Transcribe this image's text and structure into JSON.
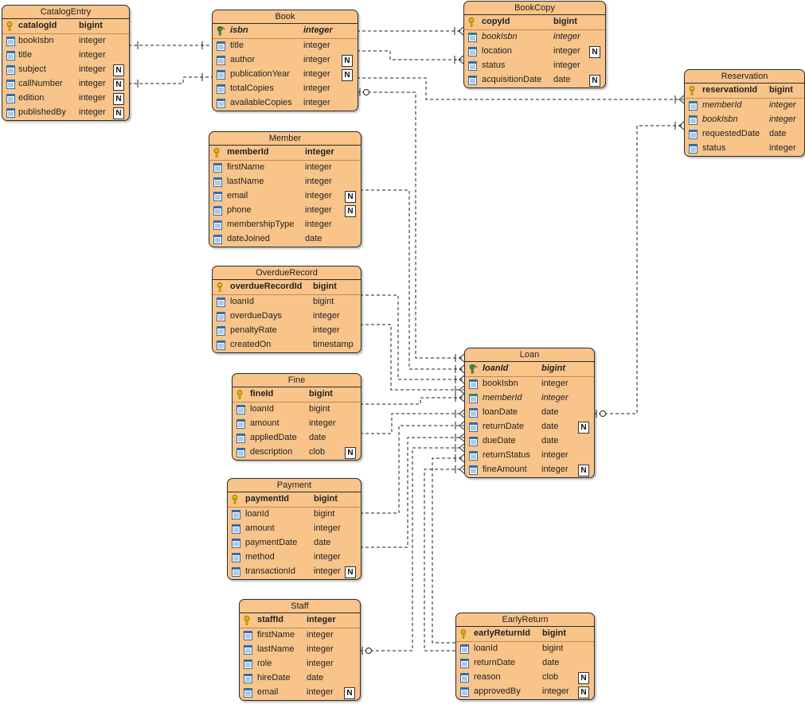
{
  "entities": [
    {
      "id": "CatalogEntry",
      "name": "CatalogEntry",
      "columns": [
        {
          "name": "catalogId",
          "type": "bigint",
          "kind": "pk",
          "nullable": false
        },
        {
          "name": "bookIsbn",
          "type": "integer",
          "kind": "col",
          "nullable": false
        },
        {
          "name": "title",
          "type": "integer",
          "kind": "col",
          "nullable": false
        },
        {
          "name": "subject",
          "type": "integer",
          "kind": "col",
          "nullable": true
        },
        {
          "name": "callNumber",
          "type": "integer",
          "kind": "col",
          "nullable": true
        },
        {
          "name": "edition",
          "type": "integer",
          "kind": "col",
          "nullable": true
        },
        {
          "name": "publishedBy",
          "type": "integer",
          "kind": "col",
          "nullable": true
        }
      ]
    },
    {
      "id": "Book",
      "name": "Book",
      "columns": [
        {
          "name": "isbn",
          "type": "integer",
          "kind": "pkfk",
          "nullable": false
        },
        {
          "name": "title",
          "type": "integer",
          "kind": "col",
          "nullable": false
        },
        {
          "name": "author",
          "type": "integer",
          "kind": "col",
          "nullable": true
        },
        {
          "name": "publicationYear",
          "type": "integer",
          "kind": "col",
          "nullable": true
        },
        {
          "name": "totalCopies",
          "type": "integer",
          "kind": "col",
          "nullable": false
        },
        {
          "name": "availableCopies",
          "type": "integer",
          "kind": "col",
          "nullable": false
        }
      ]
    },
    {
      "id": "BookCopy",
      "name": "BookCopy",
      "columns": [
        {
          "name": "copyId",
          "type": "bigint",
          "kind": "pk",
          "nullable": false
        },
        {
          "name": "bookIsbn",
          "type": "integer",
          "kind": "fk",
          "nullable": false
        },
        {
          "name": "location",
          "type": "integer",
          "kind": "col",
          "nullable": true
        },
        {
          "name": "status",
          "type": "integer",
          "kind": "col",
          "nullable": false
        },
        {
          "name": "acquisitionDate",
          "type": "date",
          "kind": "col",
          "nullable": true
        }
      ]
    },
    {
      "id": "Reservation",
      "name": "Reservation",
      "columns": [
        {
          "name": "reservationId",
          "type": "bigint",
          "kind": "pk",
          "nullable": false
        },
        {
          "name": "memberId",
          "type": "integer",
          "kind": "fk",
          "nullable": false
        },
        {
          "name": "bookIsbn",
          "type": "integer",
          "kind": "fk",
          "nullable": false
        },
        {
          "name": "requestedDate",
          "type": "date",
          "kind": "col",
          "nullable": false
        },
        {
          "name": "status",
          "type": "integer",
          "kind": "col",
          "nullable": false
        }
      ]
    },
    {
      "id": "Member",
      "name": "Member",
      "columns": [
        {
          "name": "memberId",
          "type": "integer",
          "kind": "pk",
          "nullable": false
        },
        {
          "name": "firstName",
          "type": "integer",
          "kind": "col",
          "nullable": false
        },
        {
          "name": "lastName",
          "type": "integer",
          "kind": "col",
          "nullable": false
        },
        {
          "name": "email",
          "type": "integer",
          "kind": "col",
          "nullable": true
        },
        {
          "name": "phone",
          "type": "integer",
          "kind": "col",
          "nullable": true
        },
        {
          "name": "membershipType",
          "type": "integer",
          "kind": "col",
          "nullable": false
        },
        {
          "name": "dateJoined",
          "type": "date",
          "kind": "col",
          "nullable": false
        }
      ]
    },
    {
      "id": "OverdueRecord",
      "name": "OverdueRecord",
      "columns": [
        {
          "name": "overdueRecordId",
          "type": "bigint",
          "kind": "pk",
          "nullable": false
        },
        {
          "name": "loanId",
          "type": "bigint",
          "kind": "col",
          "nullable": false
        },
        {
          "name": "overdueDays",
          "type": "integer",
          "kind": "col",
          "nullable": false
        },
        {
          "name": "penaltyRate",
          "type": "integer",
          "kind": "col",
          "nullable": false
        },
        {
          "name": "createdOn",
          "type": "timestamp",
          "kind": "col",
          "nullable": false
        }
      ]
    },
    {
      "id": "Fine",
      "name": "Fine",
      "columns": [
        {
          "name": "fineId",
          "type": "bigint",
          "kind": "pk",
          "nullable": false
        },
        {
          "name": "loanId",
          "type": "bigint",
          "kind": "col",
          "nullable": false
        },
        {
          "name": "amount",
          "type": "integer",
          "kind": "col",
          "nullable": false
        },
        {
          "name": "appliedDate",
          "type": "date",
          "kind": "col",
          "nullable": false
        },
        {
          "name": "description",
          "type": "clob",
          "kind": "col",
          "nullable": true
        }
      ]
    },
    {
      "id": "Payment",
      "name": "Payment",
      "columns": [
        {
          "name": "paymentId",
          "type": "bigint",
          "kind": "pk",
          "nullable": false
        },
        {
          "name": "loanId",
          "type": "bigint",
          "kind": "col",
          "nullable": false
        },
        {
          "name": "amount",
          "type": "integer",
          "kind": "col",
          "nullable": false
        },
        {
          "name": "paymentDate",
          "type": "date",
          "kind": "col",
          "nullable": false
        },
        {
          "name": "method",
          "type": "integer",
          "kind": "col",
          "nullable": false
        },
        {
          "name": "transactionId",
          "type": "integer",
          "kind": "col",
          "nullable": true
        }
      ]
    },
    {
      "id": "Staff",
      "name": "Staff",
      "columns": [
        {
          "name": "staffId",
          "type": "integer",
          "kind": "pk",
          "nullable": false
        },
        {
          "name": "firstName",
          "type": "integer",
          "kind": "col",
          "nullable": false
        },
        {
          "name": "lastName",
          "type": "integer",
          "kind": "col",
          "nullable": false
        },
        {
          "name": "role",
          "type": "integer",
          "kind": "col",
          "nullable": false
        },
        {
          "name": "hireDate",
          "type": "date",
          "kind": "col",
          "nullable": false
        },
        {
          "name": "email",
          "type": "integer",
          "kind": "col",
          "nullable": true
        }
      ]
    },
    {
      "id": "Loan",
      "name": "Loan",
      "columns": [
        {
          "name": "loanId",
          "type": "bigint",
          "kind": "pkfk",
          "nullable": false
        },
        {
          "name": "bookIsbn",
          "type": "integer",
          "kind": "col",
          "nullable": false
        },
        {
          "name": "memberId",
          "type": "integer",
          "kind": "fk",
          "nullable": false
        },
        {
          "name": "loanDate",
          "type": "date",
          "kind": "col",
          "nullable": false
        },
        {
          "name": "returnDate",
          "type": "date",
          "kind": "col",
          "nullable": true
        },
        {
          "name": "dueDate",
          "type": "date",
          "kind": "col",
          "nullable": false
        },
        {
          "name": "returnStatus",
          "type": "integer",
          "kind": "col",
          "nullable": false
        },
        {
          "name": "fineAmount",
          "type": "integer",
          "kind": "col",
          "nullable": true
        }
      ]
    },
    {
      "id": "EarlyReturn",
      "name": "EarlyReturn",
      "columns": [
        {
          "name": "earlyReturnId",
          "type": "bigint",
          "kind": "pk",
          "nullable": false
        },
        {
          "name": "loanId",
          "type": "bigint",
          "kind": "col",
          "nullable": false
        },
        {
          "name": "returnDate",
          "type": "date",
          "kind": "col",
          "nullable": false
        },
        {
          "name": "reason",
          "type": "clob",
          "kind": "col",
          "nullable": true
        },
        {
          "name": "approvedBy",
          "type": "integer",
          "kind": "col",
          "nullable": true
        }
      ]
    }
  ],
  "nullable_marker": "N",
  "relationships": [
    {
      "from": "CatalogEntry",
      "to": "Book",
      "cardinality": "one-to-one"
    },
    {
      "from": "CatalogEntry",
      "to": "Book",
      "cardinality": "one-to-one"
    },
    {
      "from": "Book",
      "to": "BookCopy",
      "cardinality": "one-to-many"
    },
    {
      "from": "Book",
      "to": "BookCopy",
      "cardinality": "one-to-many"
    },
    {
      "from": "Book",
      "to": "Reservation",
      "cardinality": "one-to-many"
    },
    {
      "from": "Book",
      "to": "Loan",
      "cardinality": "zero-or-one-to-many"
    },
    {
      "from": "Member",
      "to": "Loan",
      "cardinality": "one-to-many"
    },
    {
      "from": "OverdueRecord",
      "to": "Loan",
      "cardinality": "one-to-many"
    },
    {
      "from": "OverdueRecord",
      "to": "Loan",
      "cardinality": "one-to-many"
    },
    {
      "from": "Fine",
      "to": "Loan",
      "cardinality": "one-to-many"
    },
    {
      "from": "Fine",
      "to": "Loan",
      "cardinality": "one-to-many"
    },
    {
      "from": "Payment",
      "to": "Loan",
      "cardinality": "one-to-many"
    },
    {
      "from": "Payment",
      "to": "Loan",
      "cardinality": "one-to-many"
    },
    {
      "from": "Staff",
      "to": "Loan",
      "cardinality": "zero-or-one-to-many"
    },
    {
      "from": "Loan",
      "to": "Reservation",
      "cardinality": "zero-or-one-to-many"
    },
    {
      "from": "EarlyReturn",
      "to": "Loan",
      "cardinality": "one-to-many"
    },
    {
      "from": "EarlyReturn",
      "to": "Loan",
      "cardinality": "one-to-many"
    }
  ],
  "colors": {
    "entity_fill": "#f8c48a",
    "border": "#2b2b2b",
    "key": "#e8b800",
    "fk_key": "#2f8f4a",
    "column_icon": "#2f6db0"
  }
}
